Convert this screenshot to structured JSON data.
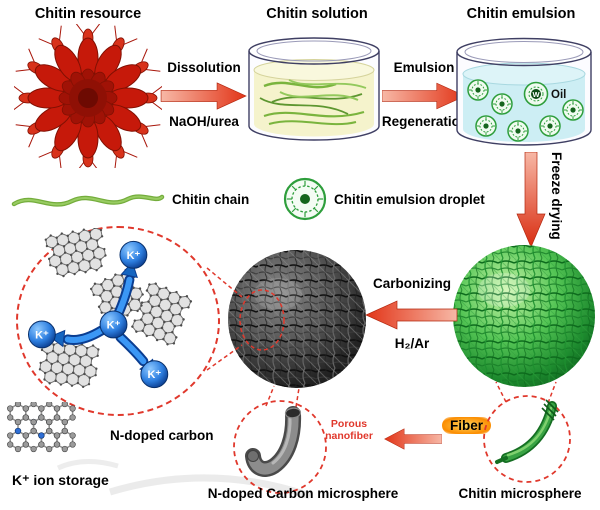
{
  "figure": {
    "stage1_title": "Chitin resource",
    "stage2_title": "Chitin solution",
    "stage3_title": "Chitin emulsion",
    "arrow1_label": "Dissolution",
    "arrow1_sublabel": "NaOH/urea",
    "arrow2_label": "Emulsion",
    "arrow2_sublabel": "Regeneration",
    "freeze_drying_label": "Freeze drying",
    "carbonizing_label": "Carbonizing",
    "carbonizing_sublabel": "H₂/Ar",
    "fiber_label": "Fiber",
    "porous_nanofiber_label": "Porous nanofiber",
    "water_label": "W",
    "oil_label": "Oil",
    "chain_legend": "Chitin chain",
    "droplet_legend": "Chitin emulsion droplet",
    "k_ion": "K⁺",
    "k_ion_storage_label": "K⁺ ion storage",
    "n_doped_carbon_label": "N-doped carbon",
    "carbon_microsphere_label": "N-doped Carbon microsphere",
    "chitin_microsphere_label": "Chitin microsphere"
  },
  "colors": {
    "process_arrow": "#e23518",
    "dashed_outline": "#e0382c",
    "potassium_blue": "#1565c0",
    "chitin_green": "#3cb54a",
    "carbon_dark": "#2b2b2b"
  }
}
